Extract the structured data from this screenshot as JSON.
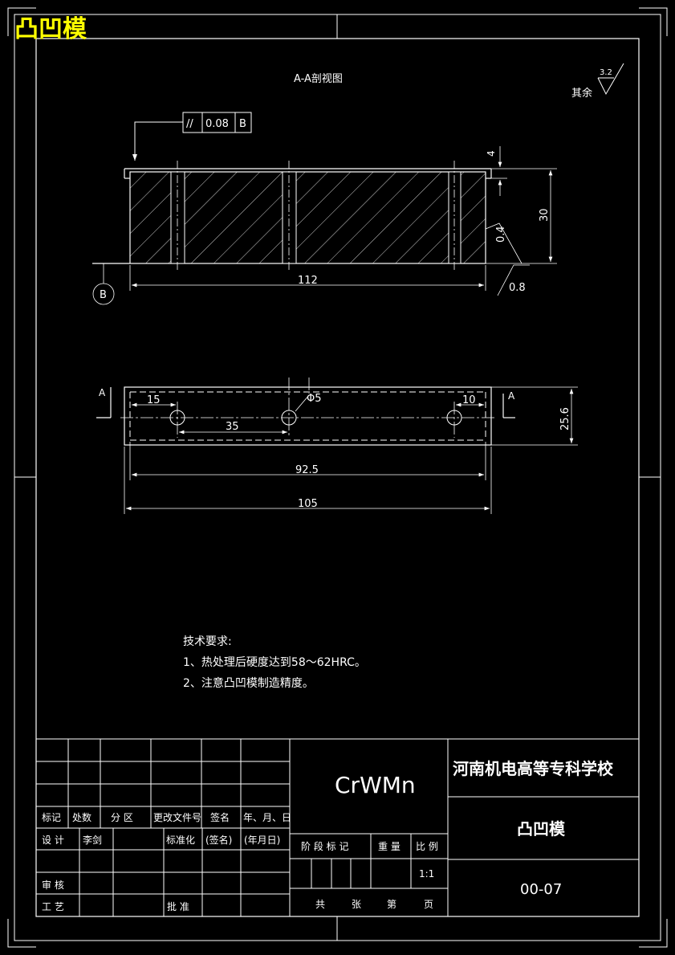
{
  "corner_title": "凸凹模",
  "section_title": "A-A剖视图",
  "roughness": {
    "rest_label": "其余",
    "rest_value": "3.2",
    "face_value": "0.4",
    "bottom_value": "0.8"
  },
  "tolerance": {
    "symbol": "//",
    "value": "0.08",
    "datum": "B"
  },
  "datum_bubble": "B",
  "section_marks": {
    "left": "A",
    "right": "A"
  },
  "dimensions": {
    "top_offset": "4",
    "height": "30",
    "length_section": "112",
    "hole_left_offset": "15",
    "hole_pitch": "35",
    "hole_diameter": "Φ5",
    "hole_right_offset": "10",
    "width": "25.6",
    "inner_length": "92.5",
    "total_length": "105"
  },
  "tech_requirements": {
    "heading": "技术要求:",
    "items": [
      "1、热处理后硬度达到58～62HRC。",
      "2、注意凸凹模制造精度。"
    ]
  },
  "title_block": {
    "material": "CrWMn",
    "school": "河南机电高等专科学校",
    "part_name": "凸凹模",
    "drawing_no": "00-07",
    "scale": "1:1",
    "labels": {
      "mark": "标记",
      "count": "处数",
      "zone": "分 区",
      "change_doc": "更改文件号",
      "sign": "签名",
      "date": "年、月、日",
      "design": "设 计",
      "designer": "李剑",
      "standardize": "标准化",
      "sign_paren": "(签名)",
      "date_paren": "(年月日)",
      "stage_mark": "阶 段 标 记",
      "weight": "重 量",
      "ratio": "比 例",
      "review": "审 核",
      "process": "工 艺",
      "approve": "批 准",
      "total": "共",
      "sheets": "张",
      "page_no": "第",
      "page": "页"
    }
  }
}
